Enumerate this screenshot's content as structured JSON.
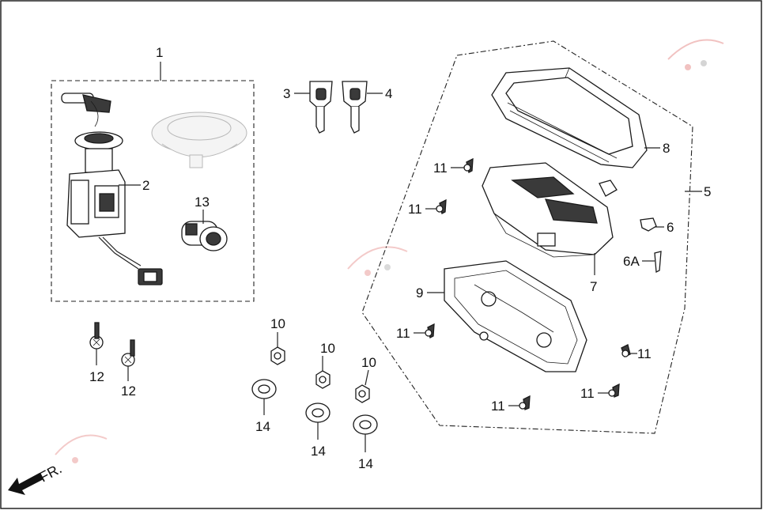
{
  "diagram": {
    "callouts": {
      "c1": "1",
      "c2": "2",
      "c3": "3",
      "c4": "4",
      "c5": "5",
      "c6": "6",
      "c6a": "6A",
      "c7": "7",
      "c8": "8",
      "c9": "9",
      "c10a": "10",
      "c10b": "10",
      "c10c": "10",
      "c11a": "11",
      "c11b": "11",
      "c11c": "11",
      "c11d": "11",
      "c11e": "11",
      "c11f": "11",
      "c12a": "12",
      "c12b": "12",
      "c13": "13",
      "c14a": "14",
      "c14b": "14",
      "c14c": "14"
    },
    "front_label": "FR.",
    "colors": {
      "border": "#222222",
      "line": "#222222",
      "watermark": "#d9534f"
    }
  }
}
